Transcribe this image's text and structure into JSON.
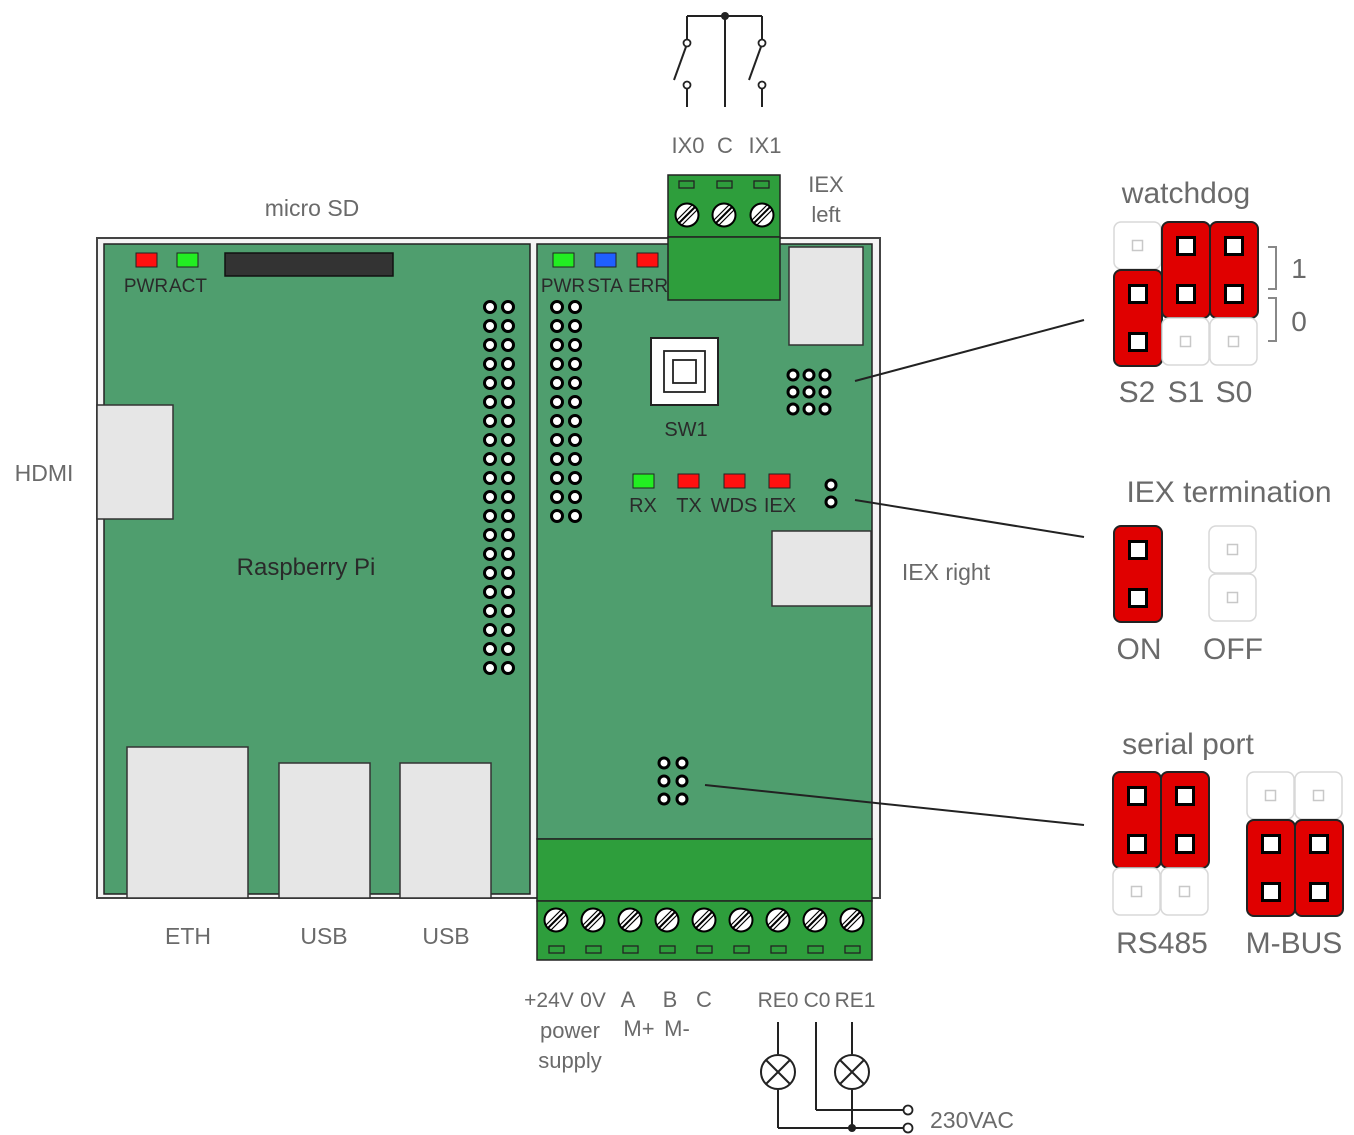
{
  "colors": {
    "board": "#4f9e6e",
    "terminal": "#2e9e3c",
    "jumper_on": "#e00000",
    "jumper_off": "#ffffff",
    "port": "#e6e6e6",
    "led_red": "#ff1010",
    "led_green": "#22ee22",
    "led_blue": "#1f5fff",
    "label": "#6a6a6a"
  },
  "top_terminal": {
    "label_ix0": "IX0",
    "label_c": "C",
    "label_ix1": "IX1",
    "iex_left_line1": "IEX",
    "iex_left_line2": "left"
  },
  "raspberry": {
    "title": "Raspberry Pi",
    "micro_sd": "micro SD",
    "hdmi": "HDMI",
    "led_pwr": "PWR",
    "led_act": "ACT",
    "eth": "ETH",
    "usb1": "USB",
    "usb2": "USB"
  },
  "module": {
    "led_pwr": "PWR",
    "led_sta": "STA",
    "led_err": "ERR",
    "sw1": "SW1",
    "led_rx": "RX",
    "led_tx": "TX",
    "led_wds": "WDS",
    "led_iex": "IEX",
    "iex_right": "IEX right"
  },
  "bottom_terminal": {
    "plus24v": "+24V",
    "zero_v": "0V",
    "a": "A",
    "b": "B",
    "c": "C",
    "m_plus": "M+",
    "m_minus": "M-",
    "power": "power",
    "supply": "supply",
    "re0": "RE0",
    "c0": "C0",
    "re1": "RE1",
    "vac": "230VAC"
  },
  "watchdog": {
    "title": "watchdog",
    "one": "1",
    "zero": "0",
    "s2": "S2",
    "s1": "S1",
    "s0": "S0"
  },
  "iex_termination": {
    "title": "IEX termination",
    "on": "ON",
    "off": "OFF"
  },
  "serial_port": {
    "title": "serial port",
    "rs485": "RS485",
    "mbus": "M-BUS"
  }
}
